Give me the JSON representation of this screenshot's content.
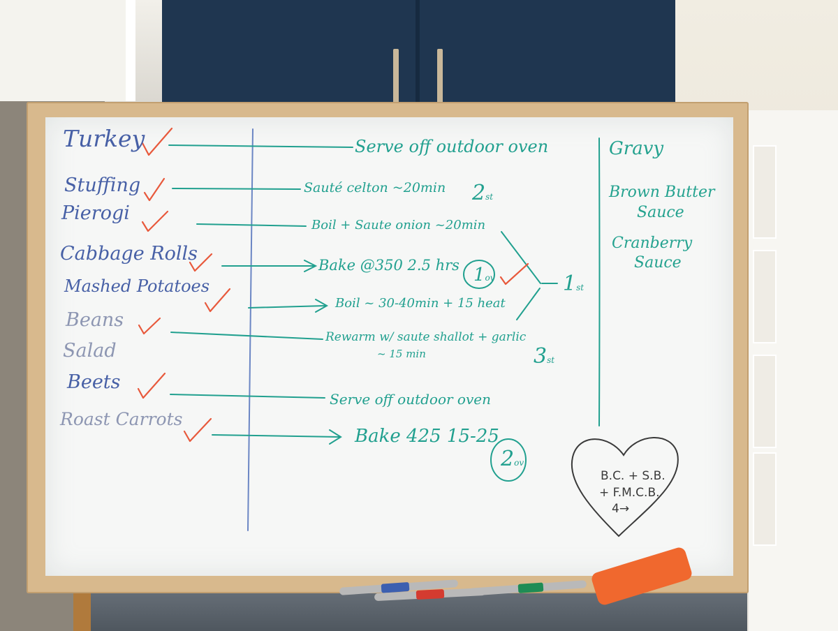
{
  "colors": {
    "blue_marker": "#4760a6",
    "teal_marker": "#21a08f",
    "red_check": "#e8593c",
    "black_marker": "#3a3a3a"
  },
  "foods": [
    {
      "name": "Turkey",
      "checked": true
    },
    {
      "name": "Stuffing",
      "checked": true
    },
    {
      "name": "Pierogi",
      "checked": true
    },
    {
      "name": "Cabbage Rolls",
      "checked": true
    },
    {
      "name": "Mashed Potatoes",
      "checked": true
    },
    {
      "name": "Beans",
      "checked": true
    },
    {
      "name": "Salad",
      "checked": false
    },
    {
      "name": "Beets",
      "checked": true
    },
    {
      "name": "Roast Carrots",
      "checked": true
    }
  ],
  "notes": [
    "Serve off outdoor oven",
    "Sauté celton ~20min",
    "Boil + Saute onion ~20min",
    "Bake @350 2.5 hrs",
    "Boil ~ 30-40min + 15 heat",
    "Rewarm w/ saute shallot + garlic",
    "~ 15 min",
    "Serve off outdoor oven",
    "Bake 425 15-25"
  ],
  "tags": {
    "stuffing": {
      "num": "2",
      "unit": "st"
    },
    "merge": {
      "num": "1",
      "unit": "st"
    },
    "beans": {
      "num": "3",
      "unit": "st"
    },
    "cabbage_circle": {
      "num": "1",
      "unit": "ov"
    },
    "carrots_circle": {
      "num": "2",
      "unit": "ov"
    }
  },
  "sauces": [
    "Gravy",
    "Brown Butter",
    "Sauce",
    "Cranberry",
    "Sauce"
  ],
  "heart": {
    "line1": "B.C. + S.B.",
    "line2": "+ F.M.C.B.",
    "line3": "4→"
  }
}
